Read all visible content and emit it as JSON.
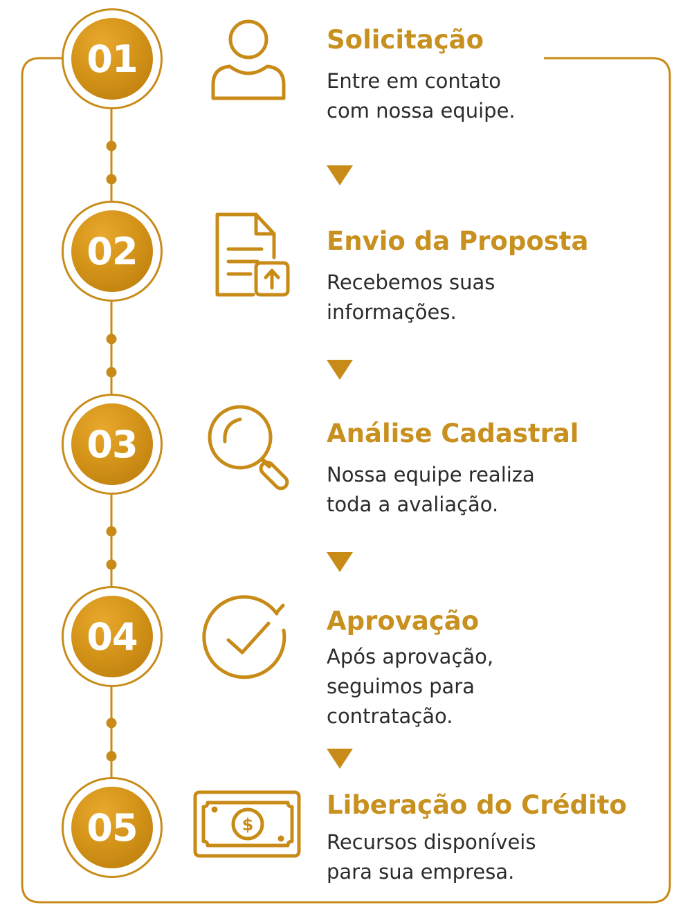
{
  "colors": {
    "accent": "#c88b17",
    "title": "#c8901e",
    "text": "#2b2b2b"
  },
  "steps": [
    {
      "number": "01",
      "icon": "person-icon",
      "title": "Solicitação",
      "lines": [
        "Entre em contato",
        "com nossa equipe."
      ]
    },
    {
      "number": "02",
      "icon": "document-upload-icon",
      "title": "Envio da Proposta",
      "lines": [
        "Recebemos suas",
        "informações."
      ]
    },
    {
      "number": "03",
      "icon": "magnifier-icon",
      "title": "Análise Cadastral",
      "lines": [
        "Nossa equipe realiza",
        "toda a avaliação."
      ]
    },
    {
      "number": "04",
      "icon": "check-circle-icon",
      "title": "Aprovação",
      "lines": [
        "Após aprovação,",
        "seguimos para",
        "contratação."
      ]
    },
    {
      "number": "05",
      "icon": "banknote-icon",
      "title": "Liberação do Crédito",
      "lines": [
        "Recursos disponíveis",
        "para sua empresa."
      ]
    }
  ]
}
